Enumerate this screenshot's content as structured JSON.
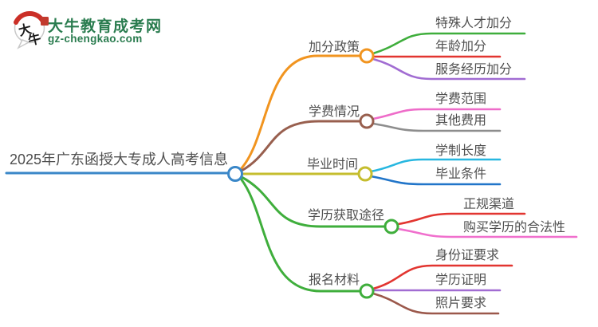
{
  "logo": {
    "bubble_char_1": "大",
    "bubble_char_2": "牛",
    "brand": "大牛教育成考网",
    "domain": "gz-chengkao.com",
    "brand_color": "#2a7c4f",
    "arc_color": "#cb2f27",
    "seal_color": "#c23a2e",
    "bubble_border_color": "#c9c9c9"
  },
  "mindmap": {
    "root": {
      "label": "2025年广东函授大专成人高考信息",
      "color": "#3a87c8"
    },
    "branches": [
      {
        "label": "加分政策",
        "color": "#f1941f",
        "children": [
          {
            "label": "特殊人才加分",
            "color": "#3fae3c"
          },
          {
            "label": "年龄加分",
            "color": "#e23530"
          },
          {
            "label": "服务经历加分",
            "color": "#a16cd2"
          }
        ]
      },
      {
        "label": "学费情况",
        "color": "#985f4e",
        "children": [
          {
            "label": "学费范围",
            "color": "#ee6cc9"
          },
          {
            "label": "其他费用",
            "color": "#8d8d8d"
          }
        ]
      },
      {
        "label": "毕业时间",
        "color": "#c5bd2e",
        "children": [
          {
            "label": "学制长度",
            "color": "#28b7e0"
          },
          {
            "label": "毕业条件",
            "color": "#2175c9"
          }
        ]
      },
      {
        "label": "学历获取途径",
        "color": "#3fae3c",
        "children": [
          {
            "label": "正规渠道",
            "color": "#e23530"
          },
          {
            "label": "购买学历的合法性",
            "color": "#f06fcd"
          }
        ]
      },
      {
        "label": "报名材料",
        "color": "#3fae3c",
        "children": [
          {
            "label": "身份证要求",
            "color": "#e23530"
          },
          {
            "label": "学历证明",
            "color": "#a16cd2"
          },
          {
            "label": "照片要求",
            "color": "#9b584b"
          }
        ]
      }
    ]
  }
}
